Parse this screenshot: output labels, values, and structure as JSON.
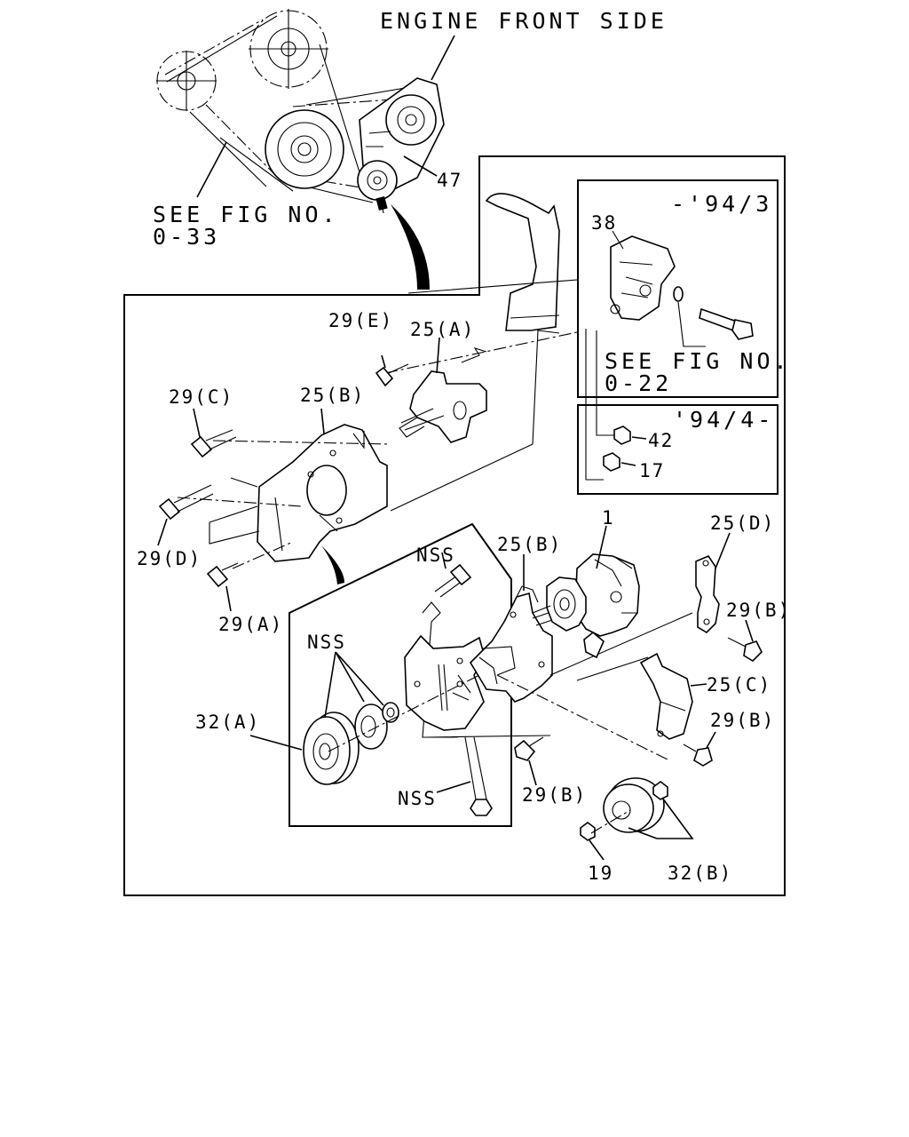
{
  "header": {
    "engine_front_side": "ENGINE FRONT SIDE",
    "see_fig_1": "SEE FIG NO.",
    "fig_1_number": "0-33",
    "see_fig_2": "SEE FIG NO.",
    "fig_2_number": "0-22"
  },
  "inset_upto_94_3": "-'94/3",
  "inset_from_94_4": "'94/4-",
  "callouts": {
    "c47": "47",
    "c38": "38",
    "c42": "42",
    "c17": "17",
    "c29e": "29(E)",
    "c25a": "25(A)",
    "c29c": "29(C)",
    "c25b_top": "25(B)",
    "c29d": "29(D)",
    "c29a": "29(A)",
    "c1": "1",
    "c25b_mid": "25(B)",
    "c25d": "25(D)",
    "c29b_1": "29(B)",
    "c25c": "25(C)",
    "c29b_2": "29(B)",
    "c29b_3": "29(B)",
    "nss_top": "NSS",
    "nss_left": "NSS",
    "nss_bottom": "NSS",
    "c32a": "32(A)",
    "c32b": "32(B)",
    "c19": "19"
  }
}
